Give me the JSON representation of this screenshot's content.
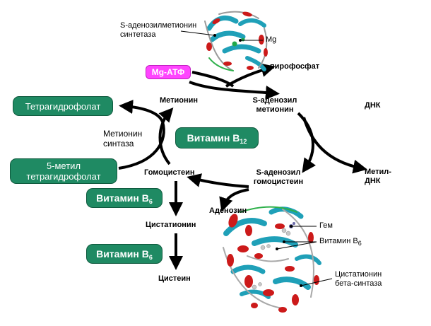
{
  "colors": {
    "box_green": "#1f8a63",
    "box_border": "#0f5a3e",
    "mg_atp_box": "#ff44ff",
    "arrow": "#000000",
    "protein_helix": "#cc1a1a",
    "protein_sheet": "#1fa0b8",
    "protein_coil": "#b0b0b0"
  },
  "boxes": {
    "tetrahydrofolate": "Тетрагидрофолат",
    "methyl_thf_line1": "5-метил",
    "methyl_thf_line2": "тетрагидрофолат",
    "vitamin_b12_base": "Витамин B",
    "vitamin_b12_sub": "12",
    "vitamin_b6_1_base": "Витамин B",
    "vitamin_b6_1_sub": "6",
    "vitamin_b6_2_base": "Витамин B",
    "vitamin_b6_2_sub": "6",
    "mg_atp": "Mg-АТФ"
  },
  "metabolites": {
    "methionine": "Метионин",
    "sam_line1": "S-аденозил",
    "sam_line2": "метионин",
    "pyrophosphate": "пирофосфат",
    "dna": "ДНК",
    "methyl_dna_line1": "Метил-",
    "methyl_dna_line2": "ДНК",
    "sah_line1": "S-аденозил",
    "sah_line2": "гомоцистеин",
    "adenosine": "Аденозин",
    "homocysteine": "Гомоцистеин",
    "cystathionine": "Цистатионин",
    "cysteine": "Цистеин"
  },
  "enzymes": {
    "methionine_synthase_line1": "Метионин",
    "methionine_synthase_line2": "синтаза",
    "sam_synthetase_line1": "S-аденозилметионин",
    "sam_synthetase_line2": "синтетаза",
    "mg": "Mg",
    "heme": "Гем",
    "vitamin_b6_base": "Витамин B",
    "vitamin_b6_sub": "6",
    "cbs_line1": "Цистатионин",
    "cbs_line2": "бета-синтаза"
  }
}
